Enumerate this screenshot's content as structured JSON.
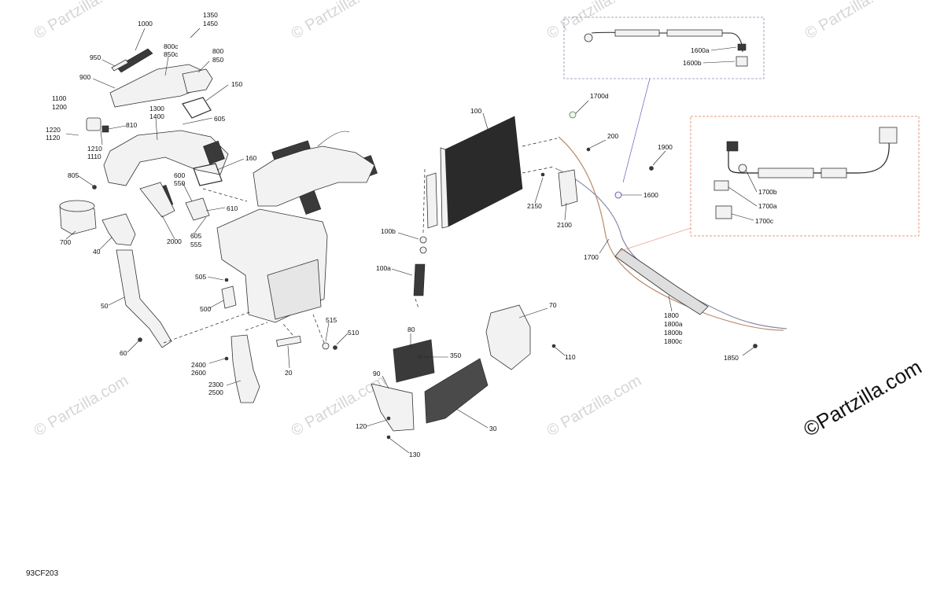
{
  "watermark": "© Partzilla.com",
  "brand": "©Partzilla.com",
  "diagram_code": "93CF203",
  "part_labels": {
    "l1000": "1000",
    "l1350": "1350",
    "l1450": "1450",
    "l800c": "800c",
    "l850c": "850c",
    "l800": "800",
    "l850": "850",
    "l950": "950",
    "l900": "900",
    "l150": "150",
    "l1100": "1100",
    "l1200": "1200",
    "l1300": "1300",
    "l1400": "1400",
    "l605a": "605",
    "l810": "810",
    "l1220": "1220",
    "l1120": "1120",
    "l1210": "1210",
    "l1110": "1110",
    "l160": "160",
    "l600": "600",
    "l550": "550",
    "l805": "805",
    "l610": "610",
    "l700": "700",
    "l40": "40",
    "l2000": "2000",
    "l605b": "605",
    "l555": "555",
    "l505": "505",
    "l500": "500",
    "l50": "50",
    "l515": "515",
    "l510": "510",
    "l60": "60",
    "l2400": "2400",
    "l2600": "2600",
    "l2300": "2300",
    "l2500": "2500",
    "l20": "20",
    "l100": "100",
    "l100b": "100b",
    "l100a": "100a",
    "l80": "80",
    "l350": "350",
    "l90": "90",
    "l70": "70",
    "l110": "110",
    "l120": "120",
    "l30": "30",
    "l130": "130",
    "l1700d": "1700d",
    "l200": "200",
    "l2150": "2150",
    "l2100": "2100",
    "l1900": "1900",
    "l1600": "1600",
    "l1700": "1700",
    "l1600a": "1600a",
    "l1600b": "1600b",
    "l1700b": "1700b",
    "l1700a": "1700a",
    "l1700c": "1700c",
    "l1800": "1800",
    "l1800a": "1800a",
    "l1800b": "1800b",
    "l1800c": "1800c",
    "l1850": "1850"
  }
}
